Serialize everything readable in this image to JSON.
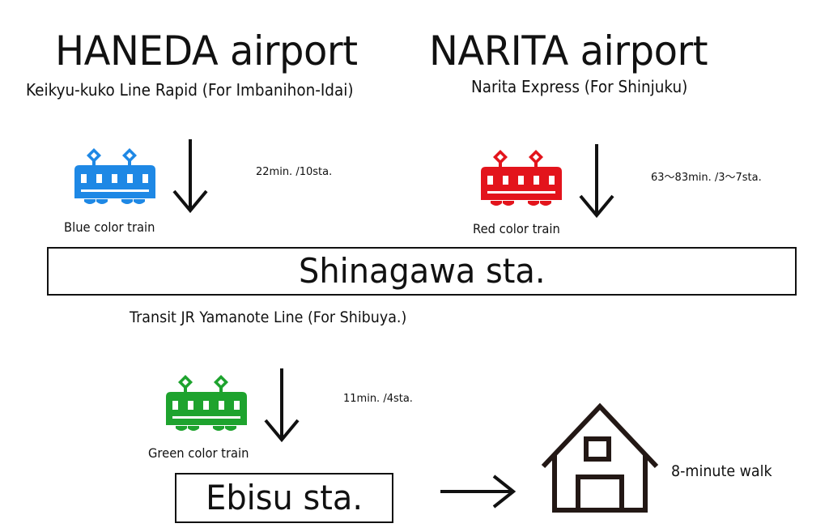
{
  "haneda": {
    "title": "HANEDA airport",
    "line": "Keikyu-kuko Line Rapid (For Imbanihon-Idai)",
    "train_label": "Blue color train",
    "train_color": "#1e88e5",
    "duration": "22min. /10sta."
  },
  "narita": {
    "title": "NARITA  airport",
    "line": "Narita  Express    (For Shinjuku)",
    "train_label": "Red color train",
    "train_color": "#e3141c",
    "duration": "63〜83min. /3〜7sta."
  },
  "shinagawa": {
    "name": "Shinagawa sta.",
    "transit": "Transit    JR Yamanote Line   (For Shibuya.)"
  },
  "yamanote": {
    "train_label": "Green color train",
    "train_color": "#1ea32e",
    "duration": "11min. /4sta."
  },
  "ebisu": {
    "name": "Ebisu sta.",
    "walk": "8-minute walk"
  },
  "icons": {
    "train": "train-icon",
    "arrow_down": "arrow-down-icon",
    "arrow_right": "arrow-right-icon",
    "house": "house-icon"
  }
}
